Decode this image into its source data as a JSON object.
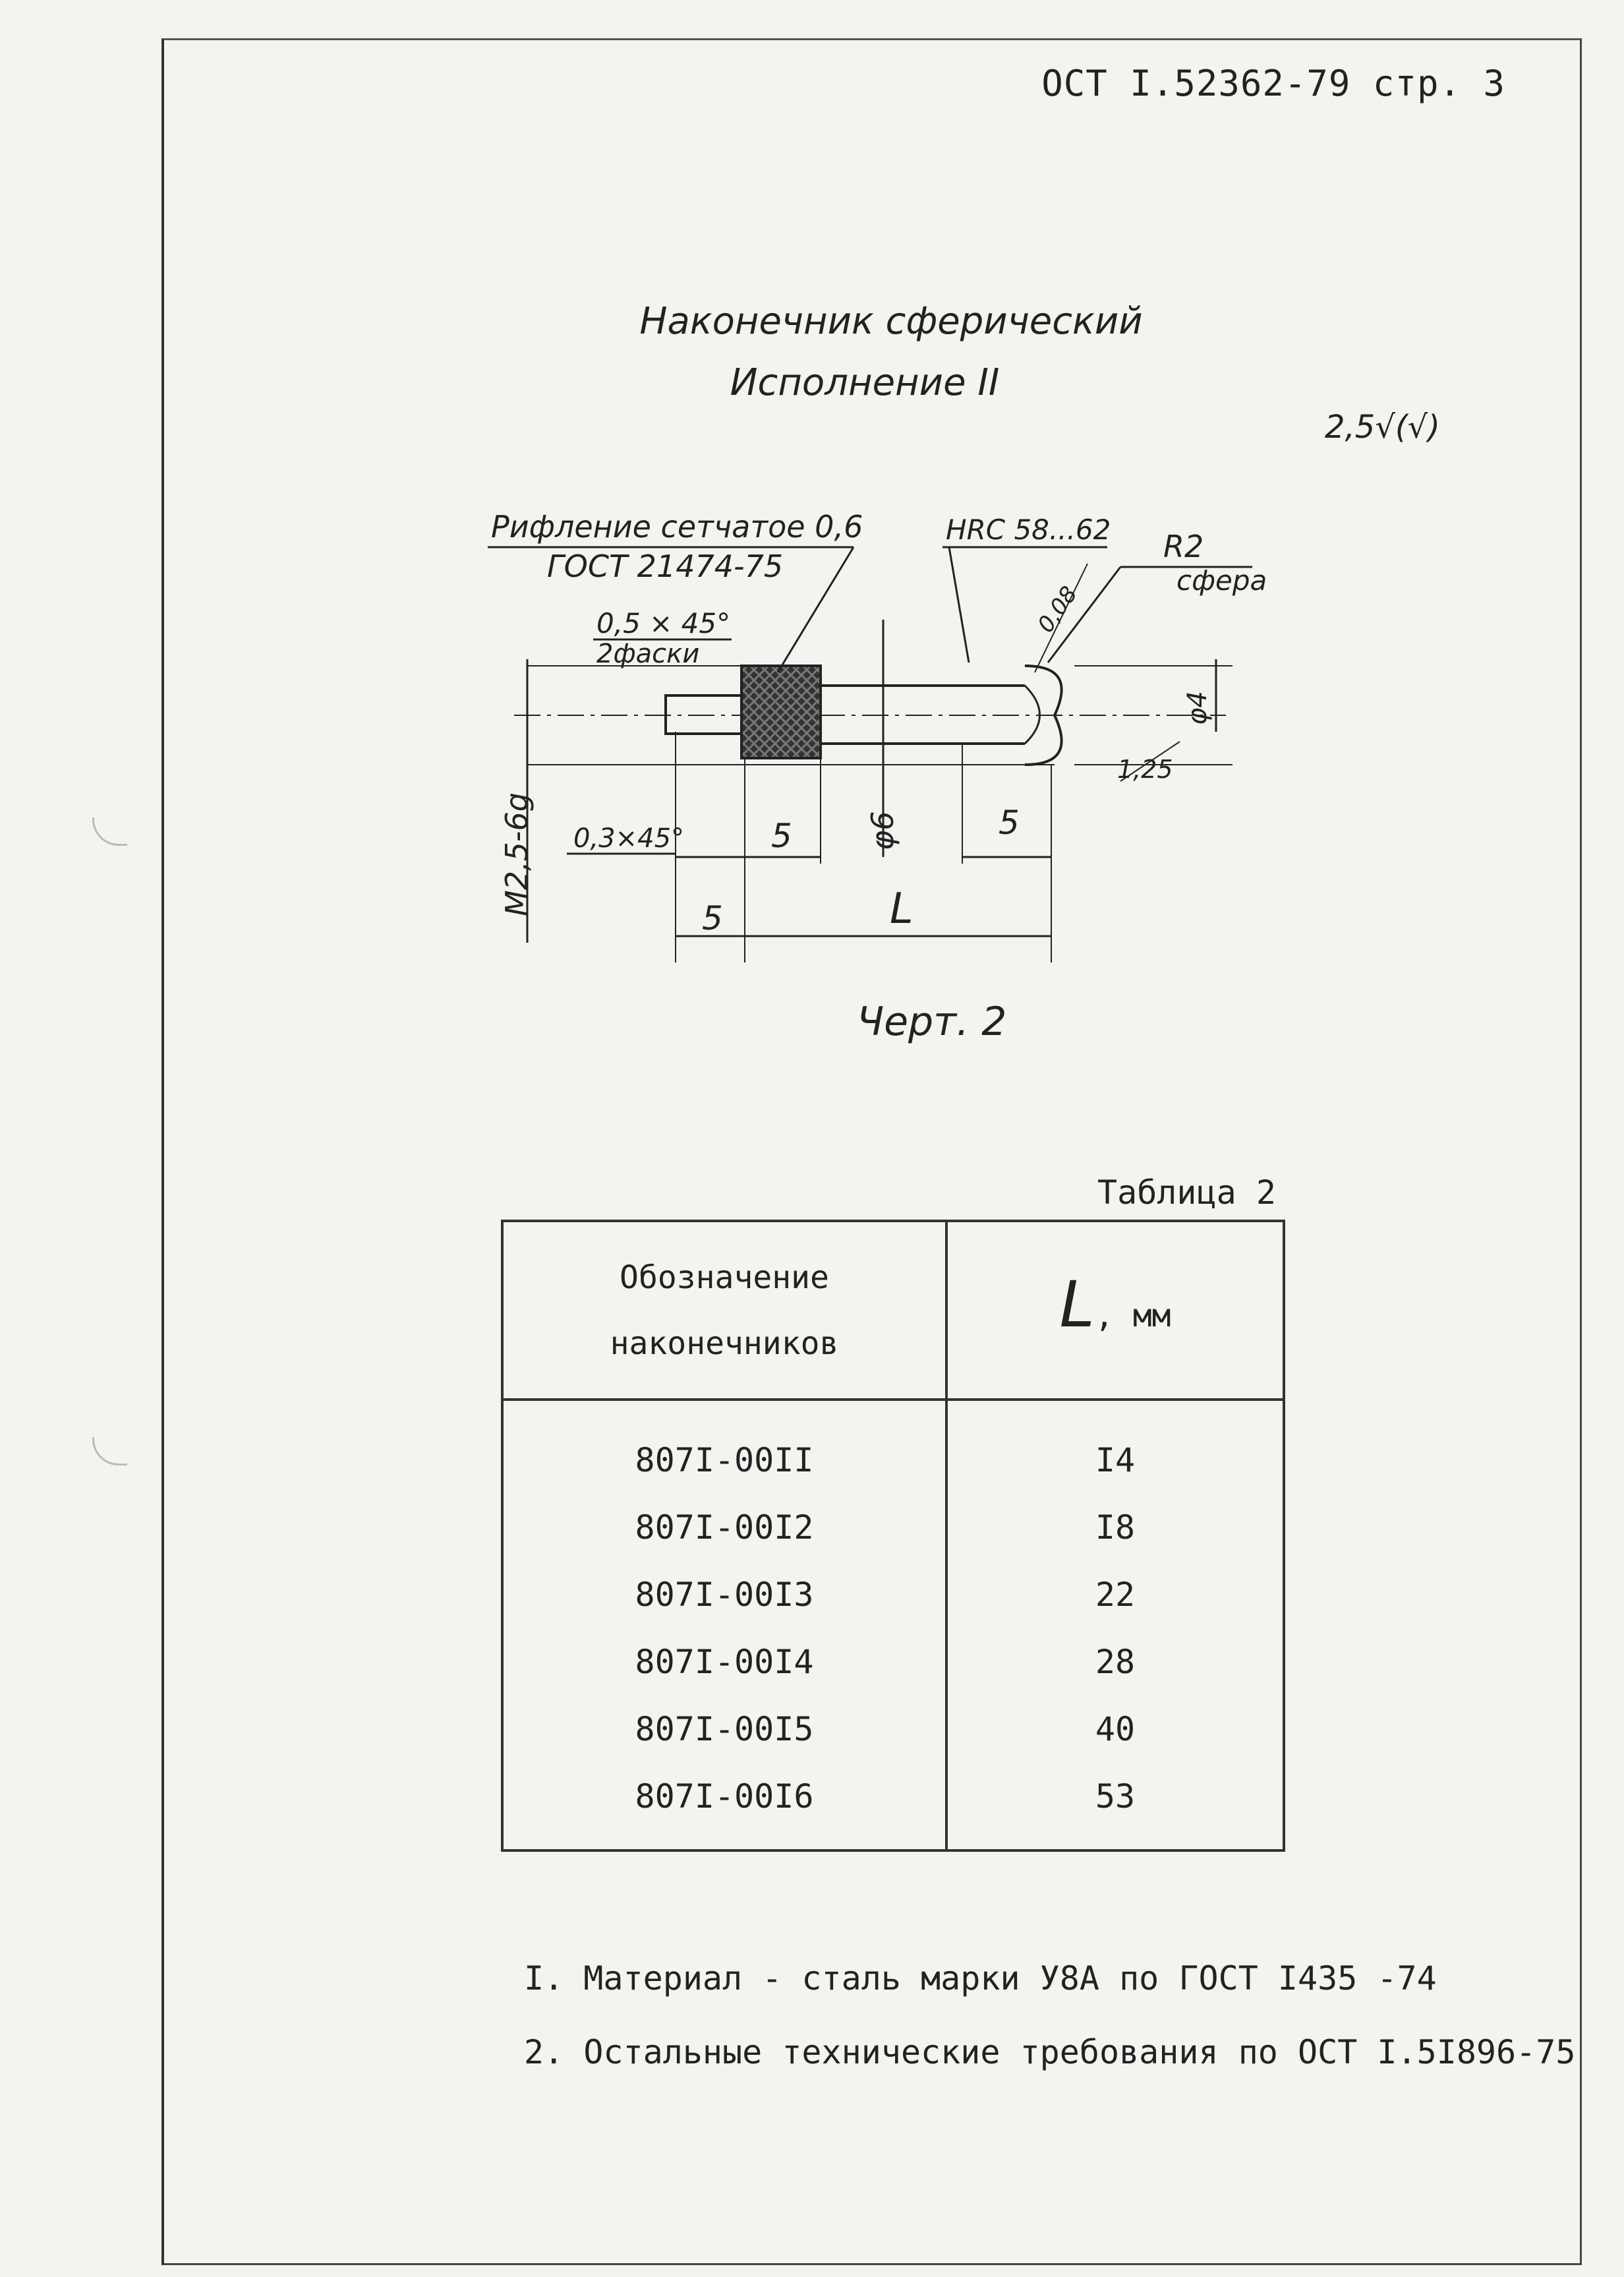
{
  "header": {
    "stamp": "ОСТ I.52362-79 стр. 3"
  },
  "title": {
    "line1": "Наконечник сферический",
    "line2": "Исполнение II"
  },
  "roughness": "2,5√(√)",
  "drawing": {
    "knurl_note_1": "Рифление сетчатое 0,6",
    "knurl_note_2": "ГОСТ 21474-75",
    "hardness": "HRC 58...62",
    "radius": "R2",
    "sphere": "сфера",
    "tolerance": "0,08",
    "chamfer1_a": "0,5 × 45°",
    "chamfer1_b": "2фаски",
    "thread": "M2,5-6g",
    "chamfer2": "0,3×45°",
    "dim_5_knurl": "5",
    "dim_d6": "φ6",
    "dim_5_end": "5",
    "dim_d4": "φ4",
    "roughness_local": "1,25",
    "dim_5_thread": "5",
    "dim_L": "L"
  },
  "caption": "Черт. 2",
  "table": {
    "label": "Таблица 2",
    "col1_line1": "Обозначение",
    "col1_line2": "наконечников",
    "col2_symbol": "L",
    "col2_unit": ", мм",
    "rows": [
      {
        "id": "807I-00II",
        "length": "I4"
      },
      {
        "id": "807I-00I2",
        "length": "I8"
      },
      {
        "id": "807I-00I3",
        "length": "22"
      },
      {
        "id": "807I-00I4",
        "length": "28"
      },
      {
        "id": "807I-00I5",
        "length": "40"
      },
      {
        "id": "807I-00I6",
        "length": "53"
      }
    ]
  },
  "notes": [
    "I. Материал - сталь марки У8А по ГОСТ I435 -74",
    "2. Остальные технические требования по ОСТ I.5I896-75"
  ]
}
